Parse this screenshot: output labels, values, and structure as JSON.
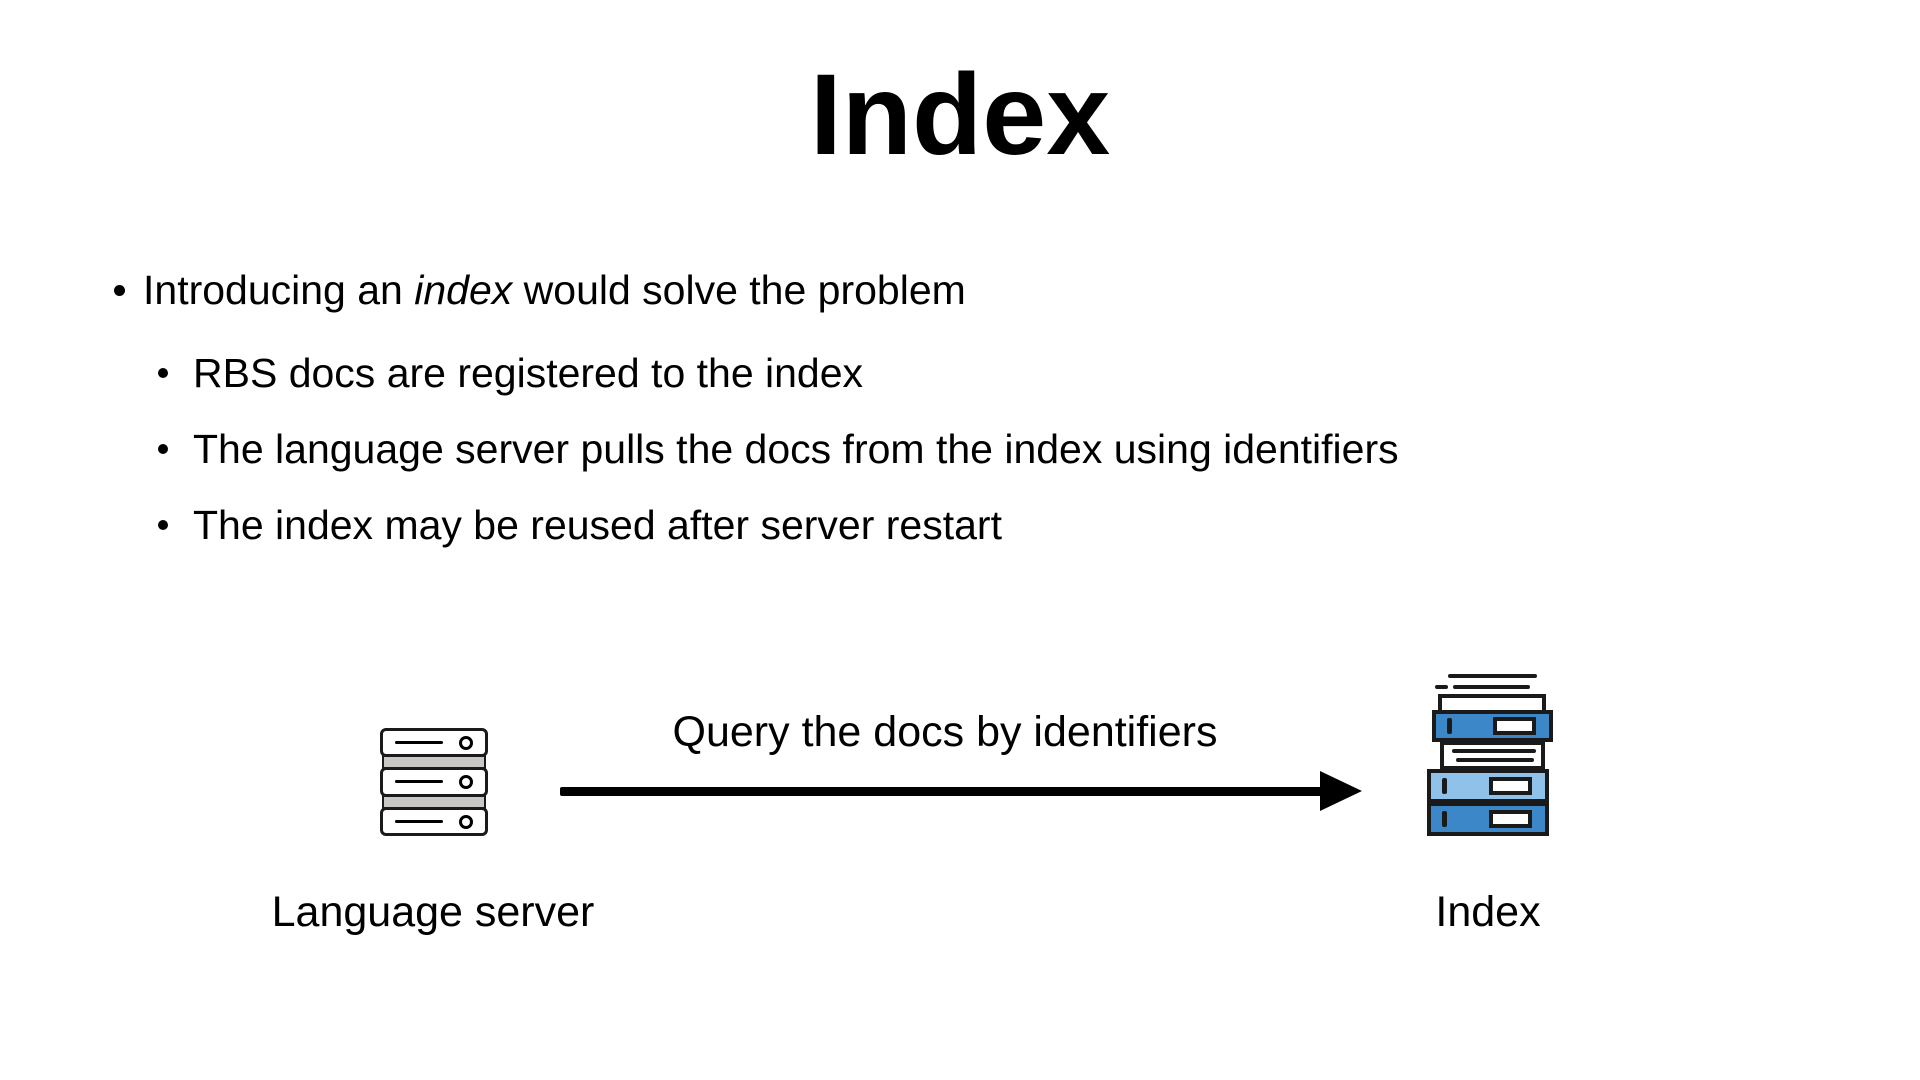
{
  "slide": {
    "title": "Index",
    "bullets": {
      "main": {
        "pre": "Introducing an ",
        "italic": "index",
        "post": " would solve the problem"
      },
      "sub": [
        "RBS docs are registered to the index",
        "The language server pulls the docs from the index using identifiers",
        "The index may be reused after server restart"
      ]
    },
    "diagram": {
      "arrow_label": "Query the docs by identifiers",
      "left_label": "Language server",
      "right_label": "Index"
    },
    "colors": {
      "text_black": "#000000",
      "outline": "#1a1a1a",
      "book_dark_blue": "#3b87c8",
      "book_light_blue": "#8fc1e9",
      "server_gray": "#c9c8c4"
    }
  }
}
